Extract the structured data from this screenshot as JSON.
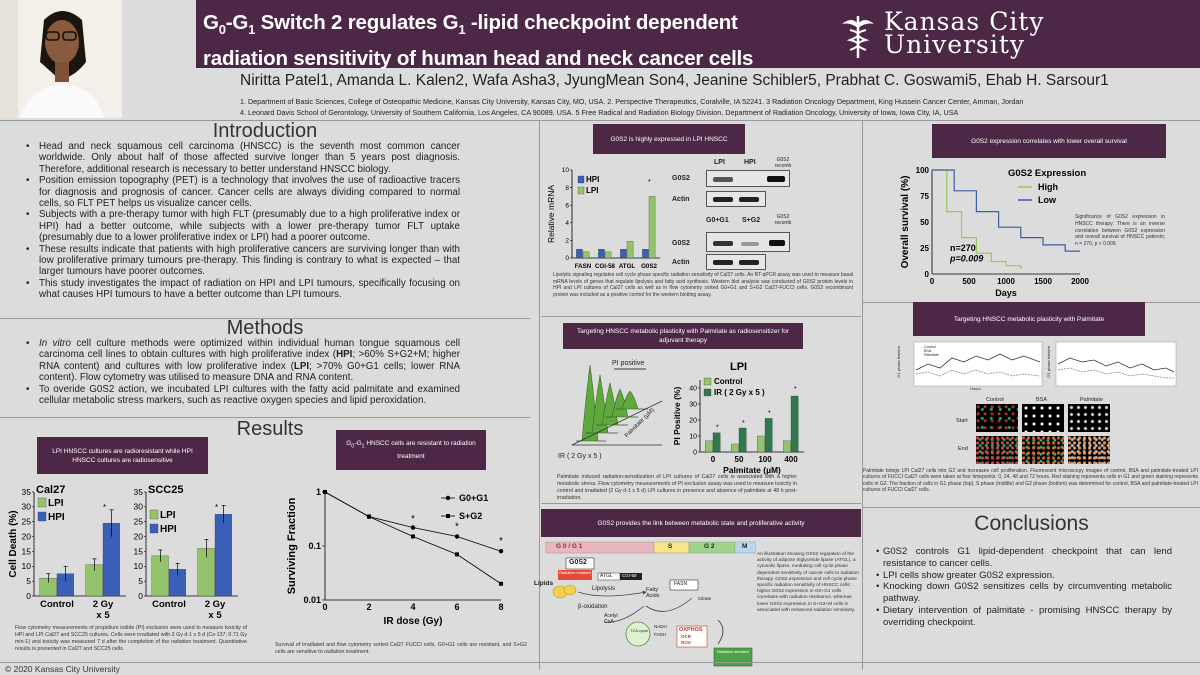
{
  "header": {
    "title_line1_parts": [
      "G",
      "0",
      "-G",
      "1",
      " Switch 2 regulates G",
      "1",
      " -lipid checkpoint dependent"
    ],
    "title_line2": "radiation sensitivity of human head and neck cancer cells",
    "logo_line1": "Kansas City",
    "logo_line2": "University",
    "authors": "Niritta Patel1, Amanda L. Kalen2, Wafa Asha3, JyungMean Son4, Jeanine Schibler5, Prabhat C. Goswami5, Ehab H. Sarsour1",
    "affiliations_line1": "1. Department of Basic Sciences, College of Osteopathic Medicine, Kansas City University, Kansas City, MO, USA. 2. Perspective Therapeutics, Coralville, IA 52241. 3 Radiation Oncology Department, King Hussein Cancer Center, Amman, Jordan",
    "affiliations_line2": "4. Leonard Davis School of Gerontology, University of Southern California, Los Angeles, CA 90089, USA. 5 Free Radical and Radiation Biology Division, Department of Radiation Oncology, University of Iowa, Iowa City, IA, USA"
  },
  "introduction": {
    "heading": "Introduction",
    "bullets": [
      "Head and neck squamous cell carcinoma (HNSCC) is the seventh most common cancer worldwide. Only about half of those affected survive longer than 5 years post diagnosis. Therefore, additional research is necessary to better understand HNSCC biology.",
      "Position emission topography (PET) is a technology that involves the use of radioactive tracers for diagnosis and prognosis of cancer. Cancer cells are always dividing compared to normal cells, so FLT PET helps us visualize cancer cells.",
      "Subjects with a pre-therapy tumor with high FLT (presumably due to a high proliferative index or HPI) had a better outcome, while subjects with a lower pre-therapy tumor FLT uptake (presumably due to a lower proliferative index or LPI) had a poorer outcome.",
      "These results indicate that patients with high proliferative cancers are surviving longer than with low proliferative primary tumours pre-therapy. This finding is contrary to what is expected – that larger tumours have poorer outcomes.",
      "This study investigates the impact of radiation on HPI and LPI tumours, specifically focusing on what causes HPI tumours to have a better outcome than LPI tumours."
    ]
  },
  "methods": {
    "heading": "Methods",
    "b1_italic": "In vitro",
    "b1_a": " cell culture methods were optimized within individual human tongue squamous cell carcinoma cell lines to obtain cultures with high proliferative index (",
    "b1_hpi": "HPI",
    "b1_b": "; >60% S+G2+M; higher RNA content) and cultures with low proliferative index (",
    "b1_lpi": "LPI",
    "b1_c": "; >70% G0+G1 cells; lower RNA content). Flow cytometry was utilised to measure DNA and RNA content.",
    "b2": "To overide G0S2 action, we incubated LPI cultures with the fatty acid palmitate and examined cellular metabolic stress markers, such as reactive oxygen species and lipid peroxidation."
  },
  "results": {
    "heading": "Results",
    "fig1": {
      "header": "LPI HNSCC cultures are radioresistant while HPI HNSCC cultures are radiosensitive",
      "caption": "Flow cytometry measurements of propidium iodide (PI) exclusion were used to measure toxicity of HPI and LPI Cal27 and SCC25 cultures. Cells were irradiated with 2 Gy d-1 x 5 d (Cs-137; 0.71 Gy min-1) and toxicity was measured 7 d after the completion of the radiation treatment. Quantitative results is presented in Cal27 and SCC25 cells."
    },
    "fig2": {
      "header_parts": [
        "G",
        "0",
        "-G",
        "1",
        " HNSCC cells are resistant to radiation treatment"
      ],
      "caption": "Survival of irradiated and flow cytometry sorted Cal27 FUCCI cells. G0+G1 cells are resistant, and S+G2 cells are sensitive to radiation treatment."
    }
  },
  "g0s2_lpi": {
    "header": "G0S2 is highly expressed in LPI HNSCC",
    "blot_labels": {
      "lpi": "LPI",
      "hpi": "HPI",
      "recomb": "G0S2 recomb",
      "g0s2": "G0S2",
      "actin": "Actin",
      "g0g1": "G0+G1",
      "sg2": "S+G2"
    },
    "caption": "Lipolytic signaling regulates cell cycle phase specific radiation sensitivity of Cal27 cells. An RT-qPCR assay was used to measure basal mRNA levels of genes that regulate lipolysis and fatty acid synthesis. Western blot analysis was conducted of G0S2 protein levels in HPI and LPI cultures of Cal27 cells as well as in flow cytometry sorted G0+G1 and S+G2 Cal27-FUCCI cells. G0S2 recombinant protein was included as a positive control for the western blotting assay."
  },
  "palmitate_fig": {
    "header": "Targeting HNSCC metabolic plasticity with Palmitate as radiosensitizer for adjuvant therapy",
    "flow_labels": {
      "pi_positive": "PI positive",
      "ir": "IR ( 2 Gy x 5 )",
      "palmitate": "Palmitate (µM)"
    },
    "caption": "Palmitate induced radiation-sensitization of LPI cultures of Cal27 cells is associated with a higher metabolic stress. Flow cytometry measurements of PI exclusion assay was used to measure toxicity in control and irradiated (2 Gy d-1 x 5 d) LPI cultures in presence and absence of palmitate at 48 h post-irradiation."
  },
  "g0s2_link": {
    "header": "G0S2 provides the link between metabolic state and proliferative activity",
    "caption": "An illustration showing G0S2 regulation of the activity of adipose triglyceride lipase (ATGL), a cytosolic lipase, mediating cell cycle phase dependent sensitivity of cancer cells to radiation therapy. G0S2 expression and cell cycle phase specific radiation sensitivity of HNSCC cells: higher G0S2 expression in G0+G1 cells correlates with radiation resistance, whereas lower G0S2 expression in S+G2+M cells is associated with enhanced radiation sensitivity.",
    "labels": {
      "g0g1": "G 0 / G 1",
      "s": "S",
      "g2": "G 2",
      "m": "M",
      "g0s2": "G0S2",
      "radioresistant": "Radiation resistant",
      "atgl": "ATGL",
      "cgi58": "CGI-58",
      "lipids": "Lipids",
      "lipolysis": "Lipolysis",
      "fatty_acids": "Fatty Acids",
      "fasn": "FASN",
      "citrate": "Citrate",
      "boxidation": "β-oxidation",
      "acetyl_coa": "Acetyl CoA",
      "tca": "TCA cycle",
      "nadh": "NADH",
      "fadh": "FADH",
      "oxphos": "OXPHOS",
      "ocr": "OCR",
      "ros": "ROS",
      "radiosensitive": "Radiation sensitive"
    }
  },
  "survival_fig": {
    "header": "G0S2 expression correlates with lower overall survival",
    "caption": "Significance of G0S2 expression in HNSCC therapy. There is an inverse correlation between G0S2 expression and overall survival of HNSCC patients; n = 270, p < 0.009."
  },
  "palmitate_fucci": {
    "header": "Targeting HNSCC metabolic plasticity with Palmitate",
    "labels": {
      "control": "Control",
      "bsa": "BSA",
      "palmitate": "Palmitate",
      "start": "Start",
      "end": "End",
      "ylabel1": "G1 phase fraction",
      "ylabel2": "G1 phase fraction",
      "xlabel": "Hours",
      "legend": [
        "Control",
        "BSA",
        "Palmitate"
      ]
    },
    "caption": "Palmitate brings LPI Cal27 cells into G2 and increases cell proliferation. Fluorescent microscopy images of control, BSA and palmitate-treated LPI cultures of FUCCI Cal27 cells were taken at four timepoints: 0, 24, 48 and 72 hours. Red staining represents cells in G1 and green staining represents cells in G2. The fraction of cells in G1 phase (top), S phase (middle) and G2 phase (bottom) was determined for control, BSA and palmitate-treated LPI cultures of FUCCI Cal27 cells."
  },
  "conclusions": {
    "heading": "Conclusions",
    "bullets": [
      "G0S2 controls G1 lipid-dependent checkpoint that can lend resistance to cancer cells.",
      "LPI cells show greater G0S2 expression.",
      "Knocking down G0S2 sensitizes cells by circumventing metabolic pathway.",
      "Dietary intervention of palmitate - promising HNSCC therapy by overriding checkpoint."
    ]
  },
  "footer": {
    "copyright": "© 2020 Kansas City University"
  },
  "colors": {
    "purple": "#4d2846",
    "blue": "#3a5fb8",
    "green": "#93c36a",
    "darkgreen": "#2f7a4a"
  },
  "chart_data": [
    {
      "type": "bar",
      "title": "Cal27",
      "ylabel": "Cell Death (%)",
      "categories": [
        "Control",
        "2 Gy x 5"
      ],
      "ylim": [
        0,
        35
      ],
      "series": [
        {
          "name": "LPI",
          "values": [
            6,
            10.5
          ],
          "errors": [
            1.5,
            2
          ]
        },
        {
          "name": "HPI",
          "values": [
            7.5,
            24.5
          ],
          "errors": [
            2.5,
            4.5
          ]
        }
      ]
    },
    {
      "type": "bar",
      "title": "SCC25",
      "ylabel": "",
      "categories": [
        "Control",
        "2 Gy x 5"
      ],
      "ylim": [
        0,
        35
      ],
      "series": [
        {
          "name": "LPI",
          "values": [
            13.5,
            16
          ],
          "errors": [
            2,
            3
          ]
        },
        {
          "name": "HPI",
          "values": [
            9,
            27.5
          ],
          "errors": [
            2,
            3
          ]
        }
      ]
    },
    {
      "type": "line",
      "ylabel": "Surviving Fraction",
      "xlabel": "IR dose (Gy)",
      "yscale": "log",
      "ylim": [
        0.01,
        1
      ],
      "xlim": [
        0,
        8
      ],
      "x": [
        0,
        2,
        4,
        6,
        8
      ],
      "series": [
        {
          "name": "G0+G1",
          "values": [
            1,
            0.35,
            0.22,
            0.15,
            0.08
          ]
        },
        {
          "name": "S+G2",
          "values": [
            1,
            0.35,
            0.15,
            0.07,
            0.02
          ]
        }
      ]
    },
    {
      "type": "bar",
      "ylabel": "Relative mRNA",
      "categories": [
        "FASN",
        "CGI-58",
        "ATGL",
        "G0S2"
      ],
      "ylim": [
        0,
        10
      ],
      "series": [
        {
          "name": "HPI",
          "values": [
            1,
            1,
            1,
            1
          ]
        },
        {
          "name": "LPI",
          "values": [
            0.7,
            0.7,
            1.9,
            7
          ]
        }
      ]
    },
    {
      "type": "bar",
      "title": "LPI",
      "ylabel": "PI Positive (%)",
      "xlabel": "Palmitate (µM)",
      "categories": [
        "0",
        "50",
        "100",
        "400"
      ],
      "ylim": [
        0,
        45
      ],
      "series": [
        {
          "name": "Control",
          "values": [
            7,
            5,
            10,
            7
          ]
        },
        {
          "name": "IR ( 2 Gy x 5 )",
          "values": [
            12,
            15,
            21,
            35
          ]
        }
      ]
    },
    {
      "type": "line",
      "title": "G0S2 Expression",
      "ylabel": "Overall survival (%)",
      "xlabel": "Days",
      "xlim": [
        0,
        2000
      ],
      "ylim": [
        0,
        100
      ],
      "annotations": [
        "n=270",
        "p=0.009"
      ],
      "series": [
        {
          "name": "High",
          "x": [
            0,
            200,
            400,
            600,
            800,
            1000,
            1200
          ],
          "values": [
            100,
            60,
            35,
            20,
            12,
            8,
            5
          ]
        },
        {
          "name": "Low",
          "x": [
            0,
            300,
            600,
            900,
            1200,
            1500,
            1800,
            2000
          ],
          "values": [
            100,
            80,
            60,
            45,
            35,
            28,
            22,
            22
          ]
        }
      ]
    }
  ]
}
